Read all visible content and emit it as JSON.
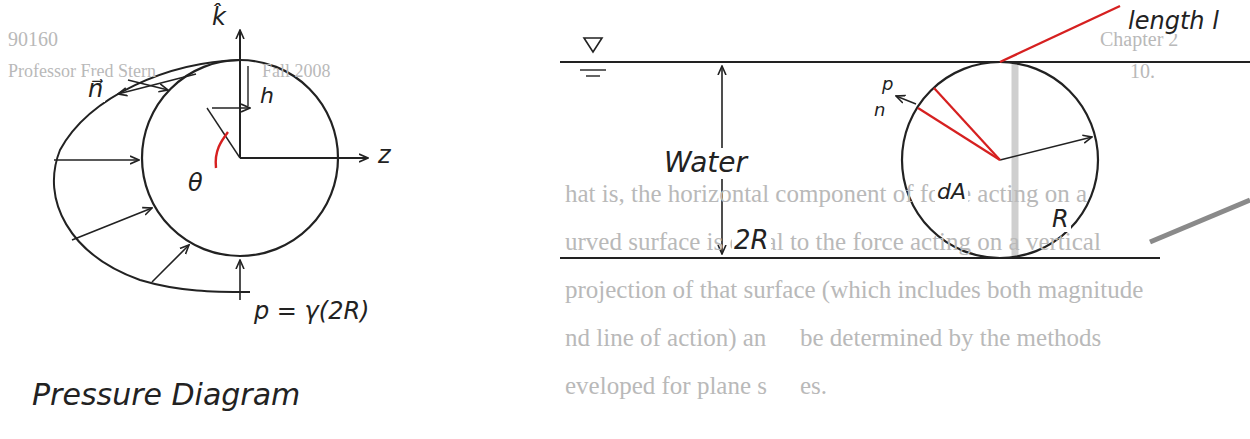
{
  "diagram": {
    "labels": [
      "90160",
      "Professor Fred Stern",
      "Fall 2008",
      "Chapter 2",
      "10.",
      "hat is, the horizontal component of force acting on a",
      "urved surface is equal to the force acting on a vertical",
      "projection of that surface (which includes both magnitude",
      "nd line of action) an",
      "be determined by the methods",
      "eveloped for plane s",
      "es.",
      "k̂",
      "z",
      "n⃗",
      "h",
      "θ",
      "p = γ(2R)",
      "Pressure Diagram",
      "Water",
      "2R",
      "n",
      "p",
      "dA",
      "R",
      "length l"
    ]
  }
}
